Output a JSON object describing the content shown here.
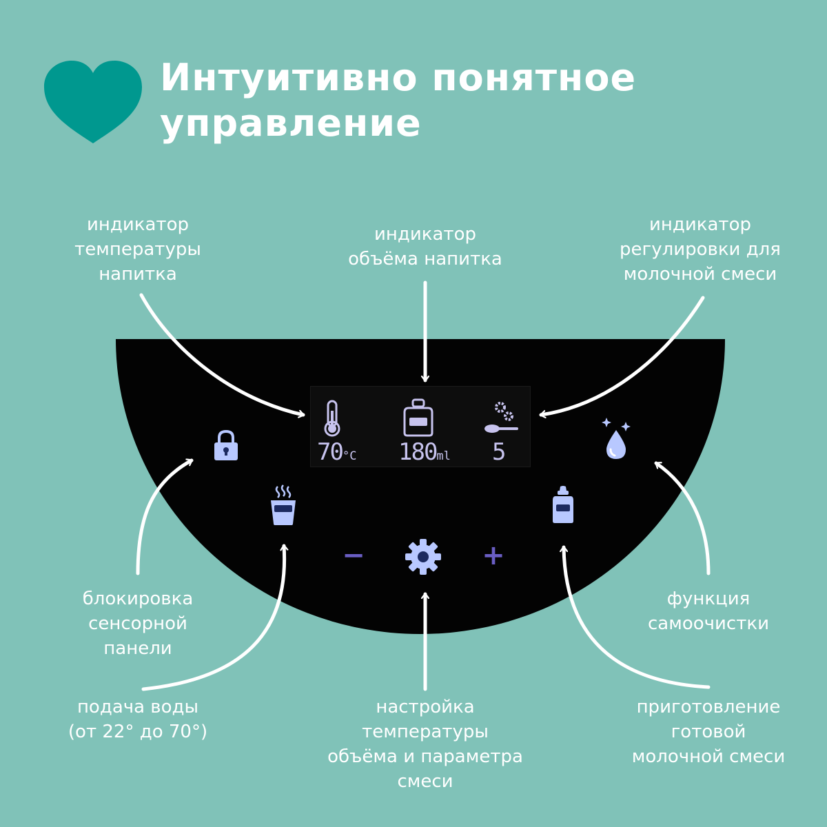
{
  "title": {
    "line1": "Интуитивно понятное",
    "line2": "управление"
  },
  "colors": {
    "background": "#80c2b8",
    "heart": "#00988f",
    "panel": "#030303",
    "icon_glow": "#b8c8ff",
    "control_violet": "#6a5ec4"
  },
  "display": {
    "temperature": {
      "value": "70",
      "unit": "°C",
      "icon": "thermometer-icon"
    },
    "volume": {
      "value": "180",
      "unit": "ml",
      "icon": "bottle-icon"
    },
    "formula": {
      "value": "5",
      "icon": "spoon-gears-icon"
    }
  },
  "controls": {
    "minus": "−",
    "plus": "+",
    "icons": [
      "lock-icon",
      "cup-steam-icon",
      "gear-icon",
      "bottle-button-icon",
      "drop-sparkle-icon"
    ]
  },
  "labels": {
    "temp_indicator": "индикатор\nтемпературы\nнапитка",
    "volume_indicator": "индикатор\nобъёма напитка",
    "formula_indicator": "индикатор\nрегулировки для\nмолочной смеси",
    "lock": "блокировка\nсенсорной\nпанели",
    "water": "подача воды\n(от 22° до 70°)",
    "settings": "настройка\nтемпературы\nобъёма и параметра\nсмеси",
    "self_clean": "функция\nсамоочистки",
    "prepare": "приготовление\nготовой\nмолочной смеси"
  }
}
